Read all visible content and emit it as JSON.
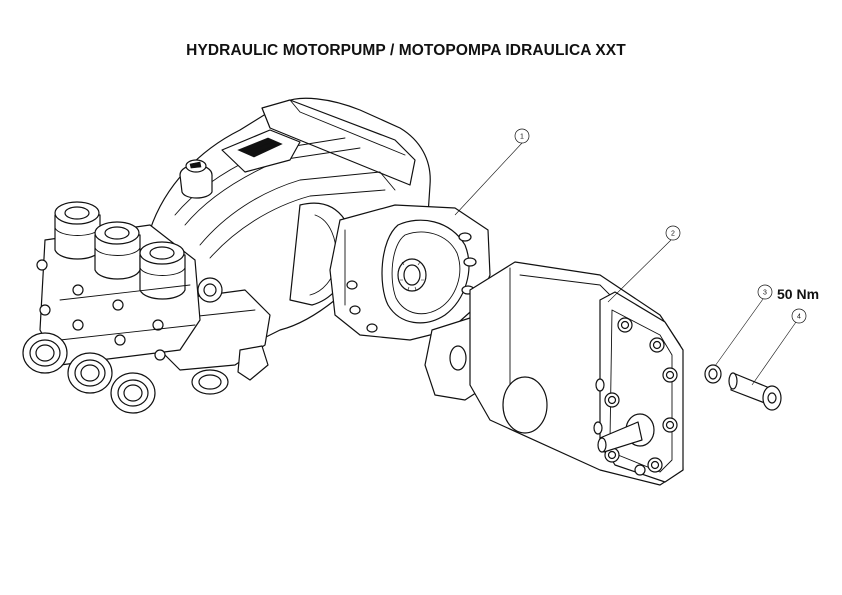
{
  "title": "HYDRAULIC MOTORPUMP / MOTOPOMPA IDRAULICA XXT",
  "torque_label": "50 Nm",
  "callouts": [
    "1",
    "2",
    "3",
    "4"
  ]
}
